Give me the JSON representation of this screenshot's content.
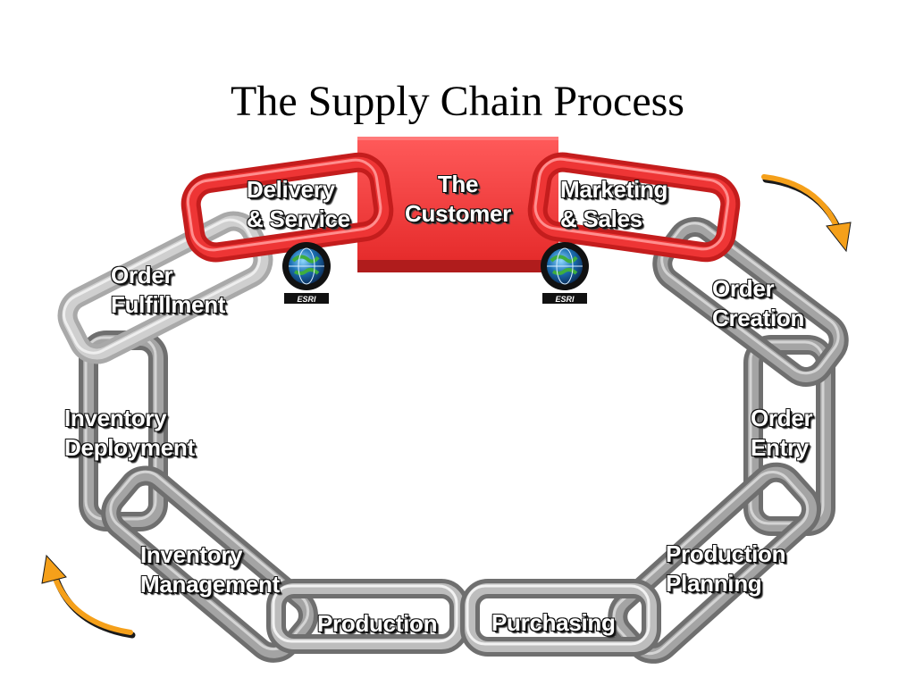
{
  "slide": {
    "title": "The Supply Chain Process"
  },
  "diagram": {
    "customer": {
      "line1": "The",
      "line2": "Customer"
    },
    "delivery_service": {
      "line1": "Delivery",
      "line2": "& Service"
    },
    "marketing_sales": {
      "line1": "Marketing",
      "line2": "& Sales"
    },
    "order_fulfillment": {
      "line1": "Order",
      "line2": "Fulfillment"
    },
    "order_creation": {
      "line1": "Order",
      "line2": "Creation"
    },
    "inventory_deployment": {
      "line1": "Inventory",
      "line2": "Deployment"
    },
    "order_entry": {
      "line1": "Order",
      "line2": "Entry"
    },
    "inventory_management": {
      "line1": "Inventory",
      "line2": "Management"
    },
    "production_planning": {
      "line1": "Production",
      "line2": "Planning"
    },
    "production": {
      "line1": "Production"
    },
    "purchasing": {
      "line1": "Purchasing"
    }
  },
  "logos": {
    "left_text": "ESRI",
    "right_text": "ESRI",
    "icon": "esri-globe-logo"
  },
  "icons": {
    "flow_arrows": "clockwise-arrow-icon"
  },
  "colors": {
    "customer_red": "#ee3535",
    "arrow_orange": "#f5a01a",
    "link_gray": "#a4a4a4"
  }
}
